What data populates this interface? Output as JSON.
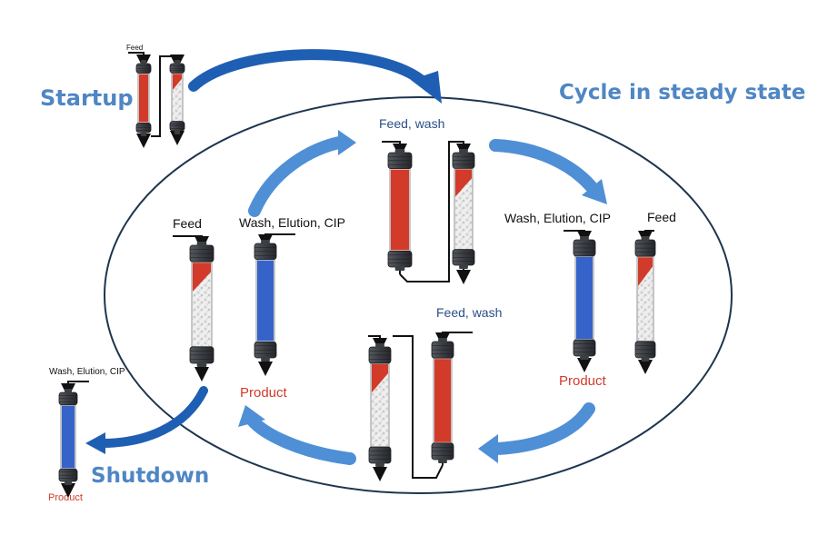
{
  "phases": {
    "startup": "Startup",
    "cycle": "Cycle in steady state",
    "shutdown": "Shutdown"
  },
  "labels": {
    "startup_feed": "Feed",
    "top_feed_wash": "Feed, wash",
    "right_wash": "Wash, Elution, CIP",
    "right_feed": "Feed",
    "right_product": "Product",
    "bottom_feed_wash": "Feed, wash",
    "left_feed": "Feed",
    "left_wash": "Wash, Elution, CIP",
    "left_product": "Product",
    "shutdown_wash": "Wash, Elution, CIP",
    "shutdown_product": "Product"
  },
  "colors": {
    "phase_text": "#4f86c4",
    "arrow": "#4f8fd6",
    "arrow_dark": "#1f5fb3",
    "loaded_resin": "#d23a2a",
    "eluting_resin": "#3563c9",
    "fresh_resin": "#e8e8e8",
    "column_cap": "#3a3d42",
    "ellipse": "#1e3550",
    "product_text": "#d23a2a",
    "feed_wash_text": "#2a4f86"
  },
  "columns": [
    {
      "id": "startup-col-1",
      "state": "loaded"
    },
    {
      "id": "startup-col-2",
      "state": "partial"
    },
    {
      "id": "top-col-1",
      "state": "loaded"
    },
    {
      "id": "top-col-2",
      "state": "partial"
    },
    {
      "id": "right-col-1",
      "state": "eluting"
    },
    {
      "id": "right-col-2",
      "state": "partial"
    },
    {
      "id": "bottom-col-1",
      "state": "partial"
    },
    {
      "id": "bottom-col-2",
      "state": "loaded"
    },
    {
      "id": "left-col-1",
      "state": "partial"
    },
    {
      "id": "left-col-2",
      "state": "eluting"
    },
    {
      "id": "shutdown-col",
      "state": "eluting"
    }
  ]
}
